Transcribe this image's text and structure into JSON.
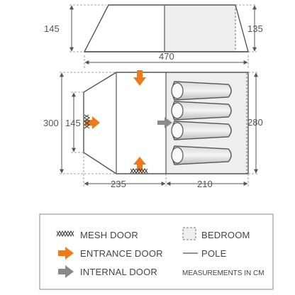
{
  "dimensions": {
    "side_height_left": "145",
    "side_height_right": "135",
    "overall_length": "470",
    "plan_width": "300",
    "door_width": "145",
    "bedroom_width": "280",
    "living_length": "235",
    "bedroom_length": "210"
  },
  "legend": {
    "mesh_door": "MESH DOOR",
    "entrance_door": "ENTRANCE DOOR",
    "internal_door": "INTERNAL DOOR",
    "bedroom": "BEDROOM",
    "pole": "POLE",
    "measurements": "MEASUREMENTS IN CM"
  },
  "colors": {
    "outline": "#555555",
    "bedroom_fill": "#eeeeee",
    "entrance_arrow": "#f07a1a",
    "internal_arrow": "#8a8a8a",
    "sleeping_bag": "#8c8c8c"
  }
}
